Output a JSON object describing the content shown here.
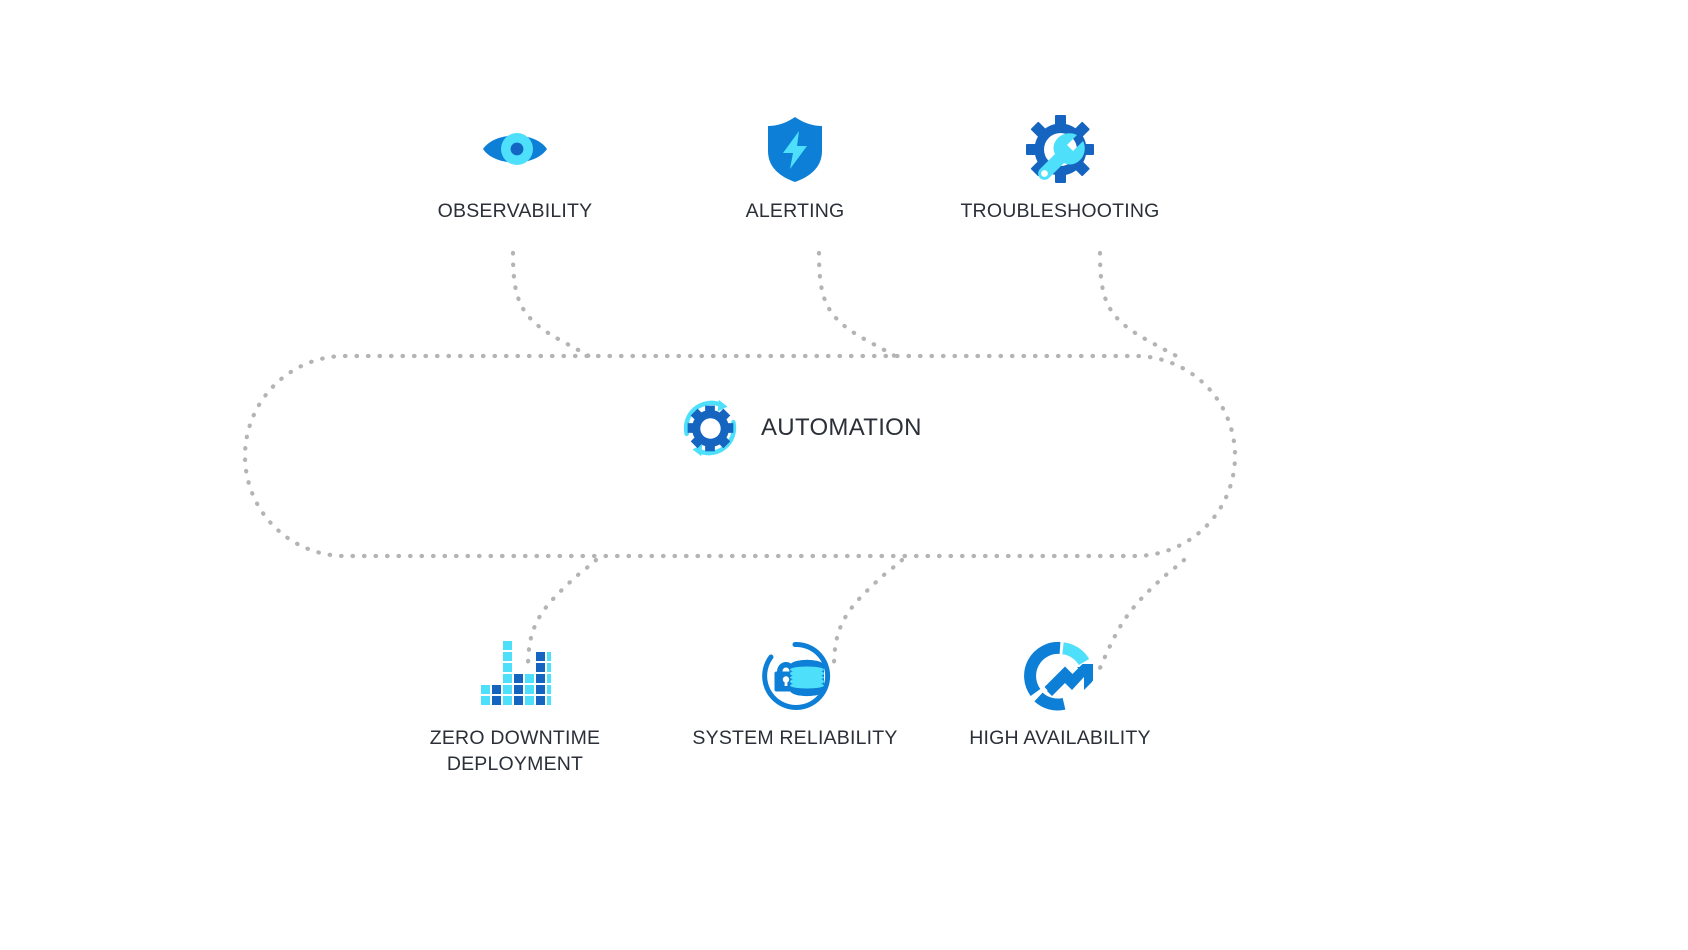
{
  "diagram": {
    "title": "Automation hub diagram",
    "colors": {
      "primary_blue": "#0d7fd6",
      "deep_blue": "#1565c0",
      "cyan": "#4ee0fb",
      "dark_navy": "#0f5fb5",
      "text": "#2b2f38",
      "dotted_gray": "#b0b0b0",
      "background": "#ffffff"
    },
    "center": {
      "label": "AUTOMATION",
      "icon": "gear-refresh-icon"
    },
    "inputs": [
      {
        "id": "observability",
        "label": "OBSERVABILITY",
        "icon": "eye-icon"
      },
      {
        "id": "alerting",
        "label": "ALERTING",
        "icon": "shield-bolt-icon"
      },
      {
        "id": "troubleshooting",
        "label": "TROUBLESHOOTING",
        "icon": "gear-wrench-icon"
      }
    ],
    "outputs": [
      {
        "id": "zero-downtime",
        "label": "ZERO DOWNTIME\nDEPLOYMENT",
        "icon": "pixel-bar-chart-icon"
      },
      {
        "id": "system-reliability",
        "label": "SYSTEM RELIABILITY",
        "icon": "database-lock-icon"
      },
      {
        "id": "high-availability",
        "label": "HIGH AVAILABILITY",
        "icon": "donut-trend-arrow-icon"
      }
    ],
    "container": {
      "shape": "rounded-rectangle",
      "stroke": "dotted"
    }
  }
}
